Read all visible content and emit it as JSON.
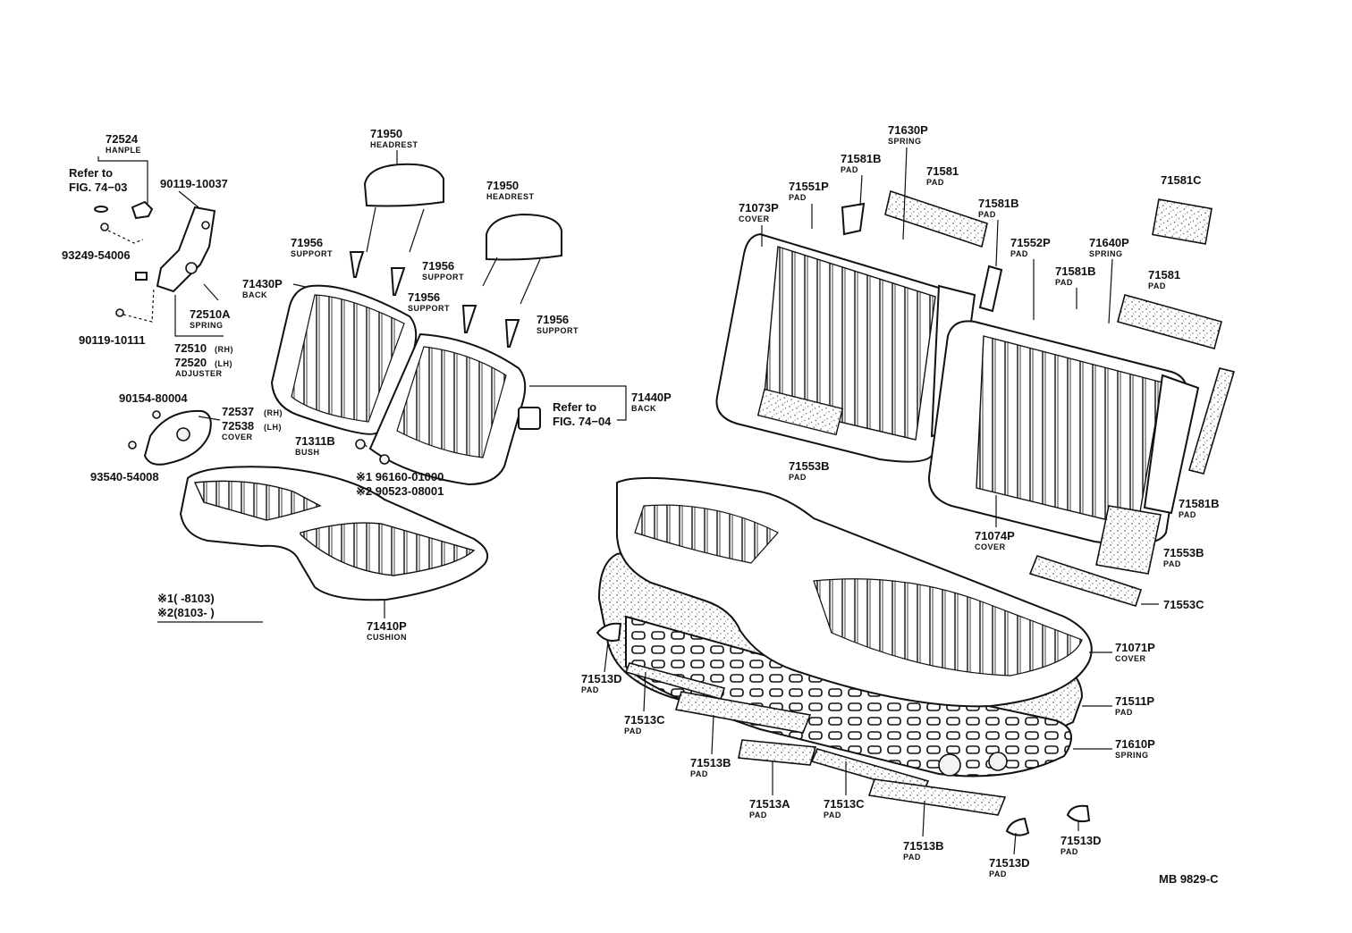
{
  "labels": {
    "l72524": {
      "num": "72524",
      "sub": "HANPLE"
    },
    "refer1": {
      "line1": "Refer to",
      "line2": "FIG. 74−03"
    },
    "l90119a": {
      "num": "90119-10037"
    },
    "l93249": {
      "num": "93249-54006"
    },
    "l72510a": {
      "num": "72510A",
      "sub": "SPRING"
    },
    "l90119b": {
      "num": "90119-10111"
    },
    "l72510": {
      "num": "72510",
      "tag": "(RH)"
    },
    "l72520": {
      "num": "72520",
      "tag": "(LH)",
      "sub": "ADJUSTER"
    },
    "l90154": {
      "num": "90154-80004"
    },
    "l72537": {
      "num": "72537",
      "tag": "(RH)"
    },
    "l72538": {
      "num": "72538",
      "tag": "(LH)",
      "sub": "COVER"
    },
    "l93540": {
      "num": "93540-54008"
    },
    "l71950a": {
      "num": "71950",
      "sub": "HEADREST"
    },
    "l71950b": {
      "num": "71950",
      "sub": "HEADREST"
    },
    "l71956a": {
      "num": "71956",
      "sub": "SUPPORT"
    },
    "l71956b": {
      "num": "71956",
      "sub": "SUPPORT"
    },
    "l71956c": {
      "num": "71956",
      "sub": "SUPPORT"
    },
    "l71956d": {
      "num": "71956",
      "sub": "SUPPORT"
    },
    "l71430p": {
      "num": "71430P",
      "sub": "BACK"
    },
    "refer2": {
      "line1": "Refer to",
      "line2": "FIG. 74−04"
    },
    "l71440p": {
      "num": "71440P",
      "sub": "BACK"
    },
    "l71311b": {
      "num": "71311B",
      "sub": "BUSH"
    },
    "l96160": {
      "num": "※1 96160-01000"
    },
    "l90523": {
      "num": "※2 90523-08001"
    },
    "note1": {
      "text": "※1(      -8103)"
    },
    "note2": {
      "text": "※2(8103-       )"
    },
    "l71410p": {
      "num": "71410P",
      "sub": "CUSHION"
    },
    "l71630p": {
      "num": "71630P",
      "sub": "SPRING"
    },
    "l71581b_a": {
      "num": "71581B",
      "sub": "PAD"
    },
    "l71581_a": {
      "num": "71581",
      "sub": "PAD"
    },
    "l71551p": {
      "num": "71551P",
      "sub": "PAD"
    },
    "l71073p": {
      "num": "71073P",
      "sub": "COVER"
    },
    "l71581b_b": {
      "num": "71581B",
      "sub": "PAD"
    },
    "l71581c": {
      "num": "71581C"
    },
    "l71552p": {
      "num": "71552P",
      "sub": "PAD"
    },
    "l71640p": {
      "num": "71640P",
      "sub": "SPRING"
    },
    "l71581b_c": {
      "num": "71581B",
      "sub": "PAD"
    },
    "l71581_b": {
      "num": "71581",
      "sub": "PAD"
    },
    "l71553b_a": {
      "num": "71553B",
      "sub": "PAD"
    },
    "l71074p": {
      "num": "71074P",
      "sub": "COVER"
    },
    "l71581b_d": {
      "num": "71581B",
      "sub": "PAD"
    },
    "l71553b_b": {
      "num": "71553B",
      "sub": "PAD"
    },
    "l71553c": {
      "num": "71553C"
    },
    "l71071p": {
      "num": "71071P",
      "sub": "COVER"
    },
    "l71511p": {
      "num": "71511P",
      "sub": "PAD"
    },
    "l71610p": {
      "num": "71610P",
      "sub": "SPRING"
    },
    "l71513d_a": {
      "num": "71513D",
      "sub": "PAD"
    },
    "l71513c_a": {
      "num": "71513C",
      "sub": "PAD"
    },
    "l71513b_a": {
      "num": "71513B",
      "sub": "PAD"
    },
    "l71513a": {
      "num": "71513A",
      "sub": "PAD"
    },
    "l71513c_b": {
      "num": "71513C",
      "sub": "PAD"
    },
    "l71513b_b": {
      "num": "71513B",
      "sub": "PAD"
    },
    "l71513d_b": {
      "num": "71513D",
      "sub": "PAD"
    },
    "l71513d_c": {
      "num": "71513D",
      "sub": "PAD"
    }
  },
  "footer": {
    "code": "MB 9829-C"
  }
}
